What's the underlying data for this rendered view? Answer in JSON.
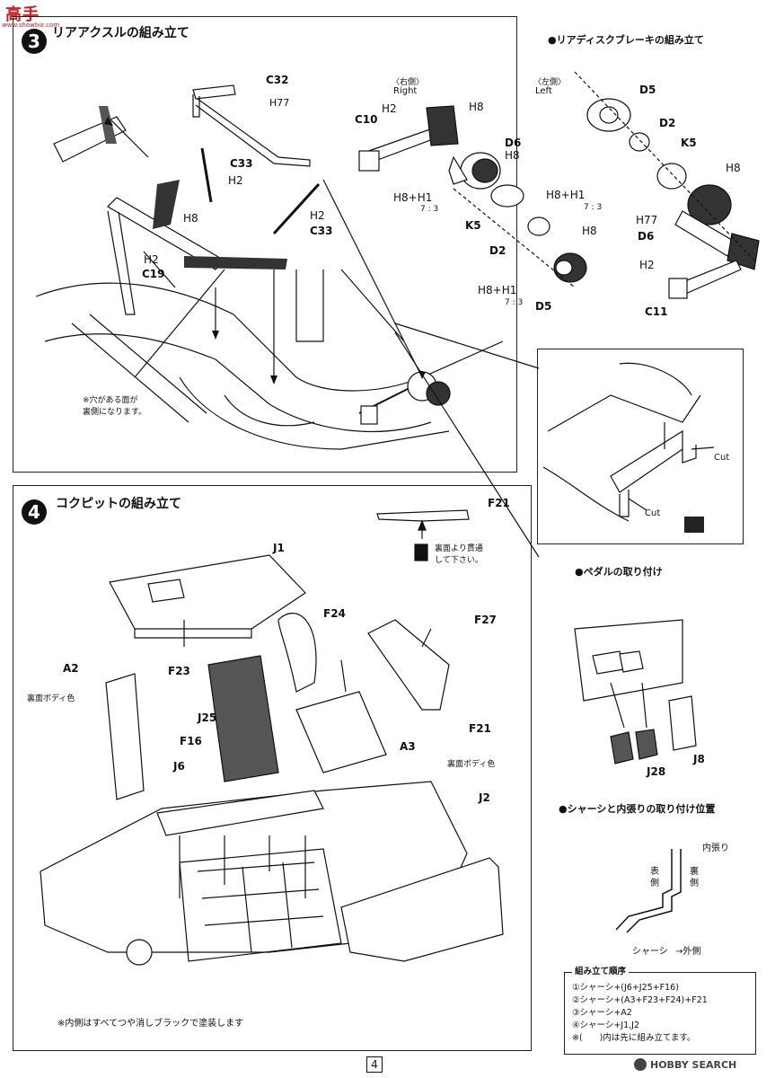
{
  "logo": {
    "text": "高手",
    "site": "www.showbiz.com"
  },
  "watermark": {
    "text": "HOBBY SEARCH"
  },
  "page_number": "4",
  "step3": {
    "number": "3",
    "title": "リアアクスルの組み立て",
    "labels": {
      "c32": "C32",
      "h77": "H77",
      "c33a": "C33",
      "h2a": "H2",
      "h8a": "H8",
      "h2b": "H2",
      "c19": "C19",
      "h2c": "H2",
      "c33b": "C33"
    },
    "hole_note": "※穴がある面が\n裏側になります。"
  },
  "rear_brake": {
    "title": "●リアディスクブレーキの組み立て",
    "right_jp": "〈右側〉",
    "right_en": "Right",
    "left_jp": "〈左側〉",
    "left_en": "Left",
    "labels": {
      "c10": "C10",
      "h2r": "H2",
      "h8r": "H8",
      "d6r": "D6",
      "h8r2": "H8",
      "mix_r1": "H8+H1",
      "ratio1": "7 : 3",
      "k5r": "K5",
      "mix_r2": "H8+H1",
      "ratio2": "7 : 3",
      "d2r": "D2",
      "h8r3": "H8",
      "mix_r3": "H8+H1",
      "ratio3": "7 : 3",
      "d5r": "D5",
      "d5l": "D5",
      "d2l": "D2",
      "k5l": "K5",
      "h8l": "H8",
      "h77l": "H77",
      "d6l": "D6",
      "h2l": "H2",
      "c11": "C11"
    }
  },
  "cut_detail": {
    "cut1": "Cut",
    "cut2": "Cut"
  },
  "step4": {
    "number": "4",
    "title": "コクピットの組み立て",
    "labels": {
      "f21a": "F21",
      "drill_note": "裏面より貫通\nして下さい。",
      "j1": "J1",
      "f24": "F24",
      "f27": "F27",
      "a2": "A2",
      "body_color_a2": "裏面ボディ色",
      "f23": "F23",
      "j25": "J25",
      "f21b": "F21",
      "f16": "F16",
      "a3": "A3",
      "body_color_a3": "裏面ボディ色",
      "j6": "J6",
      "j2": "J2"
    },
    "matte_note": "※内側はすべてつや消しブラックで塗装します"
  },
  "pedal": {
    "title": "●ペダルの取り付け",
    "j28": "J28",
    "j8": "J8"
  },
  "chassis_pos": {
    "title": "●シャーシと内張りの取り付け位置",
    "inner_panel": "内張り",
    "front_side": "表\n側",
    "back_side": "裏\n側",
    "chassis": "シャーシ",
    "outer": "→外側"
  },
  "order": {
    "title": "組み立て順序",
    "items": [
      "①シャーシ+(J6+J25+F16)",
      "②シャーシ+(A3+F23+F24)+F21",
      "③シャーシ+A2",
      "④シャーシ+J1,J2",
      "※(　　)内は先に組み立てます。"
    ]
  }
}
